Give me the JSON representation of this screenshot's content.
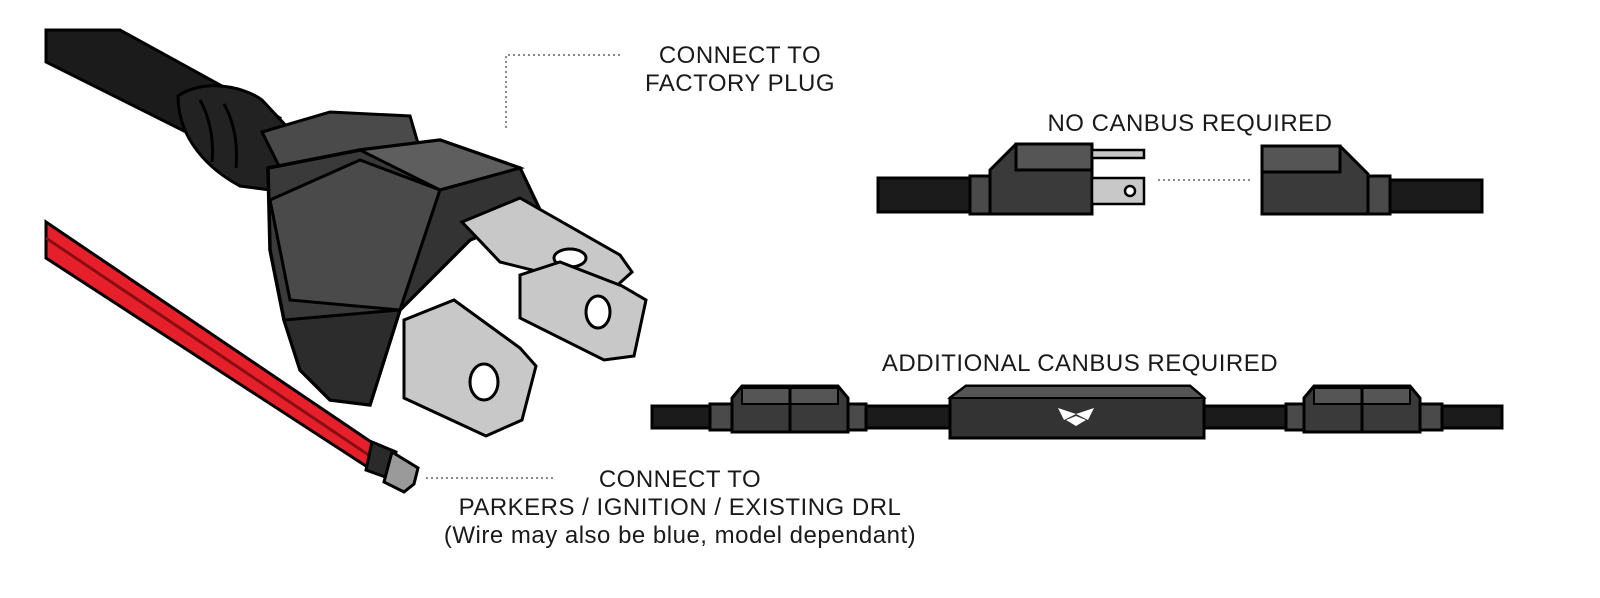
{
  "labels": {
    "factory_plug": {
      "line1": "CONNECT TO",
      "line2": "FACTORY PLUG"
    },
    "no_canbus": "NO CANBUS REQUIRED",
    "additional_canbus": "ADDITIONAL CANBUS REQUIRED",
    "parkers": {
      "line1": "CONNECT TO",
      "line2": "PARKERS / IGNITION / EXISTING DRL",
      "line3": "(Wire may also be blue, model dependant)"
    }
  },
  "colors": {
    "cable_black": "#1b1b1b",
    "housing_dark": "#333333",
    "housing_mid": "#4a4a4a",
    "housing_light": "#5e5e5e",
    "prong_grey": "#c8c8c8",
    "wire_red": "#e5202a",
    "leader_line": "#8a8a8a"
  },
  "icons": {
    "canbus_module_logo": "winged-emblem-icon"
  }
}
